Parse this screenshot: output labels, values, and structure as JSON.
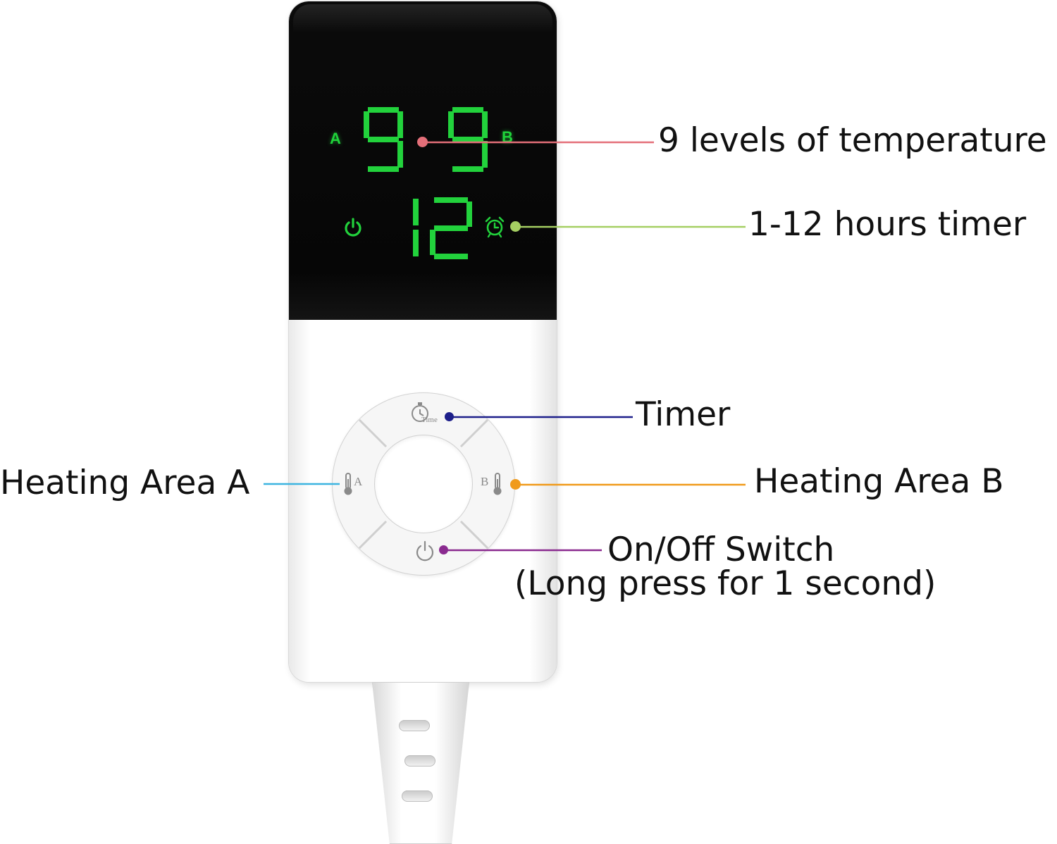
{
  "display": {
    "zone_a_label": "A",
    "zone_b_label": "B",
    "level_a": "9",
    "level_b": "9",
    "timer_value": "12",
    "power_icon": "power-icon",
    "alarm_icon": "alarm-clock-icon"
  },
  "buttons": {
    "timer_icon": "stopwatch-icon",
    "timer_text": "Time",
    "heat_a_icon": "thermometer-icon",
    "heat_a_text": "A",
    "heat_b_icon": "thermometer-icon",
    "heat_b_text": "B",
    "power_icon": "power-icon"
  },
  "callouts": {
    "temperature": "9 levels of temperature",
    "timer_hours": "1-12 hours timer",
    "timer_button": "Timer",
    "heating_a": "Heating Area A",
    "heating_b": "Heating Area B",
    "power_line1": "On/Off Switch",
    "power_line2": "(Long press for 1 second)"
  },
  "colors": {
    "lcd_green": "#22d23c",
    "temperature_line": "#e46f79",
    "hours_line": "#a5cf62",
    "timer_line": "#1d1f8a",
    "heating_a_line": "#3cb4e0",
    "heating_b_line": "#f09a1b",
    "power_line": "#8a2a8f"
  }
}
